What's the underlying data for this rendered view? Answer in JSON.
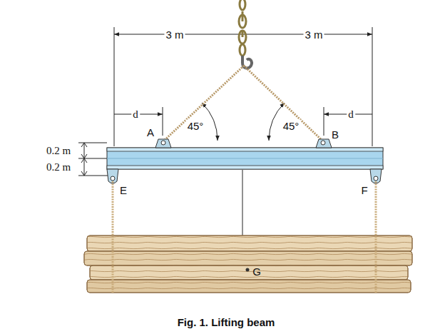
{
  "diagram": {
    "caption": "Fig. 1. Lifting beam",
    "labels": [
      "3 m",
      "3 m",
      "d",
      "A",
      "45°",
      "45°",
      "d",
      "B",
      "0.2 m",
      "0.2 m",
      "E",
      "F",
      "G"
    ]
  }
}
